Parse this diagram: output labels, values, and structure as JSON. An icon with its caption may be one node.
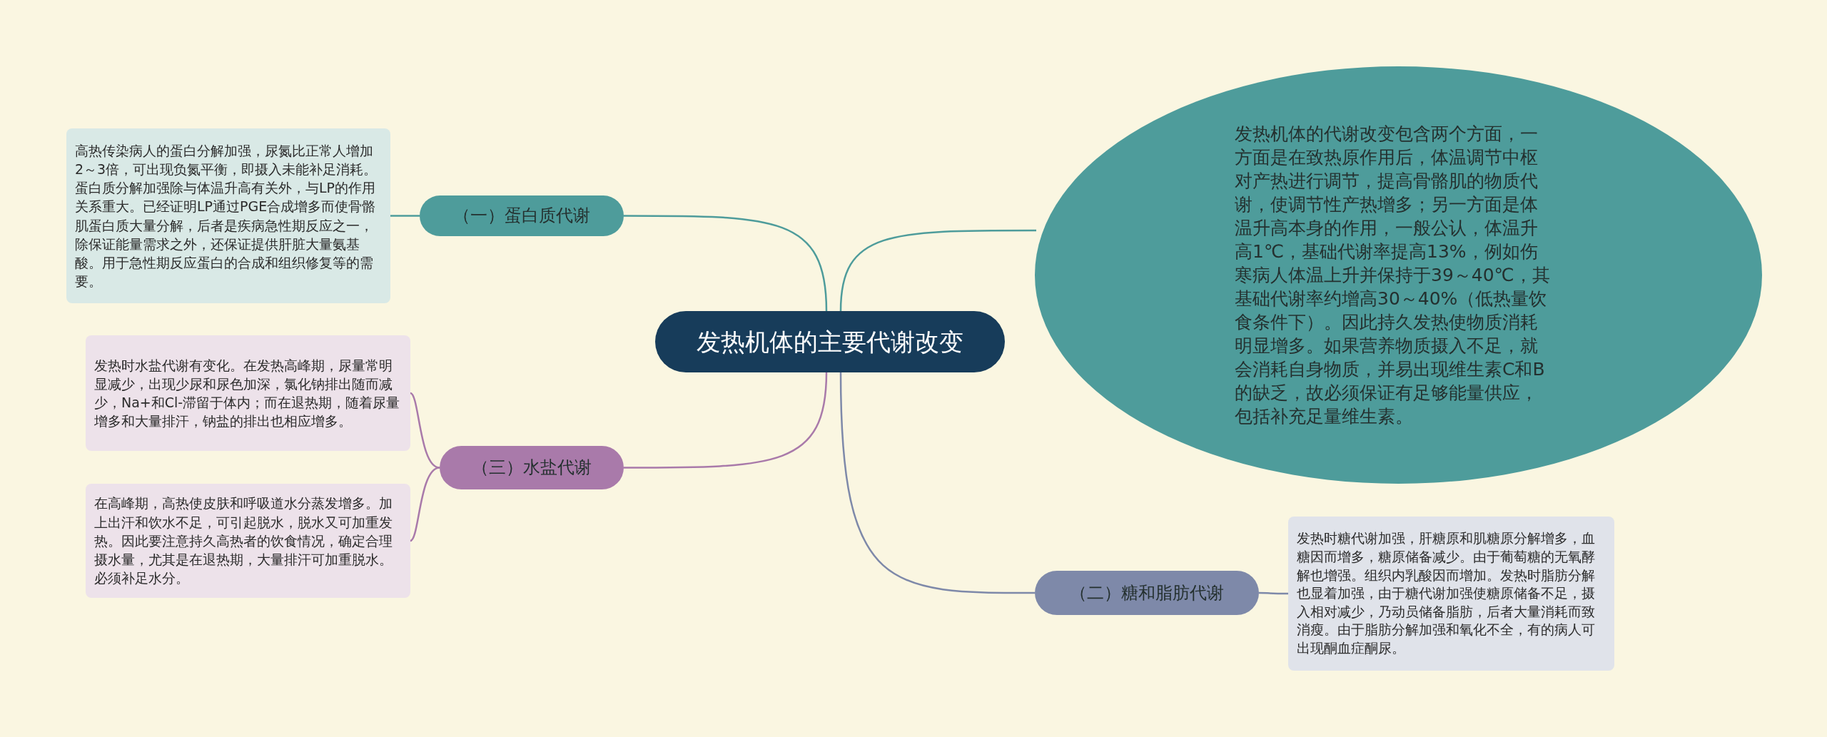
{
  "diagram": {
    "nodes": [
      {
        "text": [
          "发热机体的主要代谢改变"
        ]
      },
      {
        "text": [
          "发热机体的代谢改变包含两个方面，一方面是在致热原作用后，体温调节中枢对产热进行调节，提高骨骼肌的物质代谢，使调节性产热增多；另一方面是体温升高本身的作用，一般公认，体温升高1℃，基础代谢率提高13%，例如伤寒病人体温上升并保持于39～40℃，其基础代谢率约增高30～40%（低热量饮食条件下）。因此持久发热使物质消耗明显增多。如果营养物质摄入不足，就会消耗自身物质，并易出现维生素C和B的缺乏，故必须保证有足够能量供应，包括补充足量维生素。"
        ]
      },
      {
        "text": [
          "（一）蛋白质代谢"
        ]
      },
      {
        "text": [
          "高热传染病人的蛋白分解加强，尿氮比正常人增加2～3倍，可出现负氮平衡，即摄入未能补足消耗。蛋白质分解加强除与体温升高有关外，与LP的作用关系重大。已经证明LP通过PGE合成增多而使骨骼肌蛋白质大量分解，后者是疾病急性期反应之一，除保证能量需求之外，还保证提供肝脏大量氨基酸。用于急性期反应蛋白的合成和组织修复等的需要。"
        ]
      },
      {
        "text": [
          "（二）糖和脂肪代谢"
        ]
      },
      {
        "text": [
          "发热时糖代谢加强，肝糖原和肌糖原分解增多，血糖因而增多，糖原储备减少。由于葡萄糖的无氧酵解也增强。组织内乳酸因而增加。发热时脂肪分解也显着加强，由于糖代谢加强使糖原储备不足，摄入相对减少，乃动员储备脂肪，后者大量消耗而致消瘦。由于脂肪分解加强和氧化不全，有的病人可出现酮血症酮尿。"
        ]
      },
      {
        "text": [
          "（三）水盐代谢"
        ]
      },
      {
        "text": [
          "发热时水盐代谢有变化。在发热高峰期，尿量常明显减少，出现少尿和尿色加深，氯化钠排出随而减少，Na+和Cl-滞留于体内；而在退热期，随着尿量增多和大量排汗，钠盐的排出也相应增多。"
        ]
      },
      {
        "text": [
          "在高峰期，高热使皮肤和呼吸道水分蒸发增多。加上出汗和饮水不足，可引起脱水，脱水又可加重发热。因此要注意持久高热者的饮食情况，确定合理摄水量，尤其是在退热期，大量排汗可加重脱水。必须补足水分。"
        ]
      }
    ],
    "edges": [
      {
        "from": 0,
        "to": 1,
        "arrow": "none",
        "color": "#4e9c9b"
      },
      {
        "from": 0,
        "to": 2,
        "arrow": "none",
        "color": "#4e9c9b"
      },
      {
        "from": 2,
        "to": 3,
        "arrow": "none",
        "color": "#4e9c9b"
      },
      {
        "from": 0,
        "to": 4,
        "arrow": "none",
        "color": "#7e89a9"
      },
      {
        "from": 4,
        "to": 5,
        "arrow": "none",
        "color": "#7e89a9"
      },
      {
        "from": 0,
        "to": 6,
        "arrow": "none",
        "color": "#a97aaa"
      },
      {
        "from": 6,
        "to": 7,
        "arrow": "none",
        "color": "#a97aaa"
      },
      {
        "from": 6,
        "to": 8,
        "arrow": "none",
        "color": "#a97aaa"
      }
    ]
  }
}
